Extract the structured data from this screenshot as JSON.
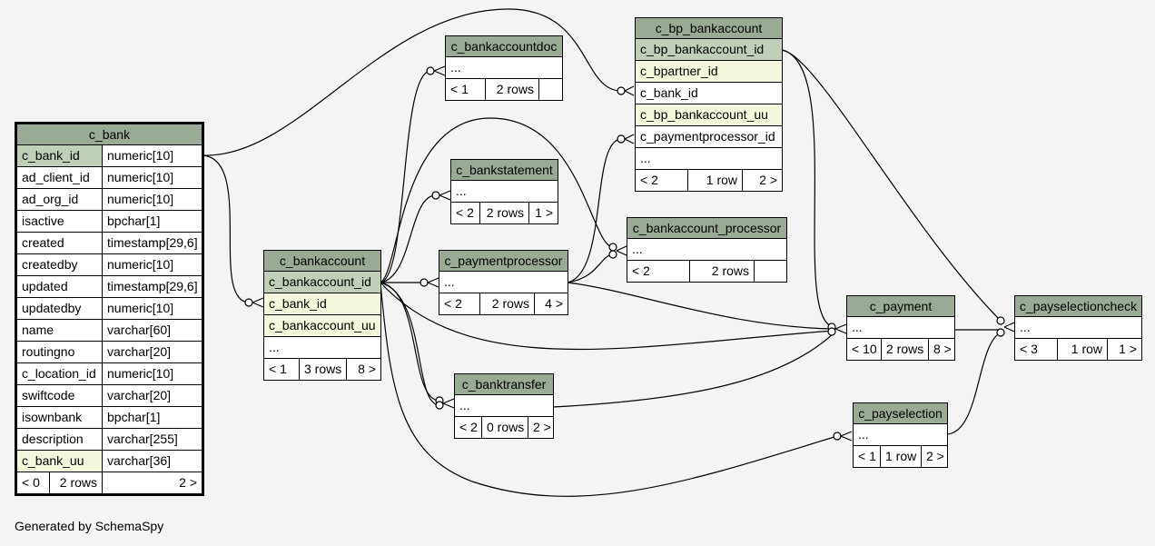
{
  "footer": "Generated by SchemaSpy",
  "c_bank": {
    "title": "c_bank",
    "columns": [
      {
        "name": "c_bank_id",
        "type": "numeric[10]"
      },
      {
        "name": "ad_client_id",
        "type": "numeric[10]"
      },
      {
        "name": "ad_org_id",
        "type": "numeric[10]"
      },
      {
        "name": "isactive",
        "type": "bpchar[1]"
      },
      {
        "name": "created",
        "type": "timestamp[29,6]"
      },
      {
        "name": "createdby",
        "type": "numeric[10]"
      },
      {
        "name": "updated",
        "type": "timestamp[29,6]"
      },
      {
        "name": "updatedby",
        "type": "numeric[10]"
      },
      {
        "name": "name",
        "type": "varchar[60]"
      },
      {
        "name": "routingno",
        "type": "varchar[20]"
      },
      {
        "name": "c_location_id",
        "type": "numeric[10]"
      },
      {
        "name": "swiftcode",
        "type": "varchar[20]"
      },
      {
        "name": "isownbank",
        "type": "bpchar[1]"
      },
      {
        "name": "description",
        "type": "varchar[255]"
      },
      {
        "name": "c_bank_uu",
        "type": "varchar[36]"
      }
    ],
    "footer": [
      "< 0",
      "2 rows",
      "2 >"
    ]
  },
  "c_bankaccount": {
    "title": "c_bankaccount",
    "columns": [
      "c_bankaccount_id",
      "c_bank_id",
      "c_bankaccount_uu",
      "..."
    ],
    "footer": [
      "< 1",
      "3 rows",
      "8 >"
    ]
  },
  "c_bankaccountdoc": {
    "title": "c_bankaccountdoc",
    "columns": [
      "..."
    ],
    "footer": [
      "< 1",
      "2 rows",
      ""
    ]
  },
  "c_bankstatement": {
    "title": "c_bankstatement",
    "columns": [
      "..."
    ],
    "footer": [
      "< 2",
      "2 rows",
      "1 >"
    ]
  },
  "c_paymentprocessor": {
    "title": "c_paymentprocessor",
    "columns": [
      "..."
    ],
    "footer": [
      "< 2",
      "2 rows",
      "4 >"
    ]
  },
  "c_banktransfer": {
    "title": "c_banktransfer",
    "columns": [
      "..."
    ],
    "footer": [
      "< 2",
      "0 rows",
      "2 >"
    ]
  },
  "c_bp_bankaccount": {
    "title": "c_bp_bankaccount",
    "columns": [
      "c_bp_bankaccount_id",
      "c_bpartner_id",
      "c_bank_id",
      "c_bp_bankaccount_uu",
      "c_paymentprocessor_id",
      "..."
    ],
    "footer": [
      "< 2",
      "1 row",
      "2 >"
    ]
  },
  "c_bankaccount_processor": {
    "title": "c_bankaccount_processor",
    "columns": [
      "..."
    ],
    "footer": [
      "< 2",
      "2 rows",
      ""
    ]
  },
  "c_payment": {
    "title": "c_payment",
    "columns": [
      "..."
    ],
    "footer": [
      "< 10",
      "2 rows",
      "8 >"
    ]
  },
  "c_payselection": {
    "title": "c_payselection",
    "columns": [
      "..."
    ],
    "footer": [
      "< 1",
      "1 row",
      "2 >"
    ]
  },
  "c_payselectioncheck": {
    "title": "c_payselectioncheck",
    "columns": [
      "..."
    ],
    "footer": [
      "< 3",
      "1 row",
      "1 >"
    ]
  }
}
